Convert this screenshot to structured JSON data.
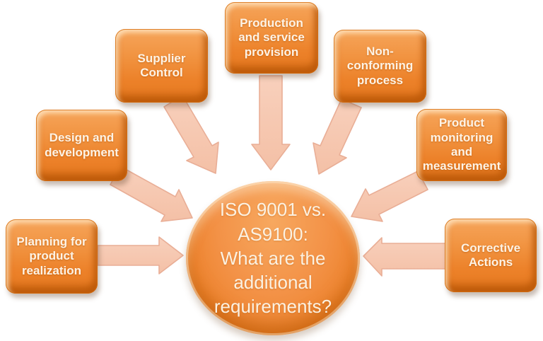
{
  "diagram": {
    "title": "ISO 9001 vs. AS9100: What are the additional requirements?",
    "center": {
      "label": "ISO 9001 vs.\nAS9100:\nWhat are the\nadditional\nrequirements?"
    },
    "nodes": [
      {
        "id": "planning",
        "label": "Planning for\nproduct\nrealization"
      },
      {
        "id": "design",
        "label": "Design and\ndevelopment"
      },
      {
        "id": "supplier",
        "label": "Supplier\nControl"
      },
      {
        "id": "production",
        "label": "Production\nand service\nprovision"
      },
      {
        "id": "nonconforming",
        "label": "Non-\nconforming\nprocess"
      },
      {
        "id": "monitoring",
        "label": "Product\nmonitoring\nand\nmeasurement"
      },
      {
        "id": "corrective",
        "label": "Corrective\nActions"
      }
    ],
    "colors": {
      "box_gradient_top": "#f6a55b",
      "box_gradient_bottom": "#e77a20",
      "box_border": "#d66a0a",
      "circle_fill": "#ee8530",
      "arrow_fill": "#f6c7b0",
      "arrow_outline": "#e9ae96",
      "label_text": "#fdf3e6",
      "background": "#ffffff"
    }
  }
}
